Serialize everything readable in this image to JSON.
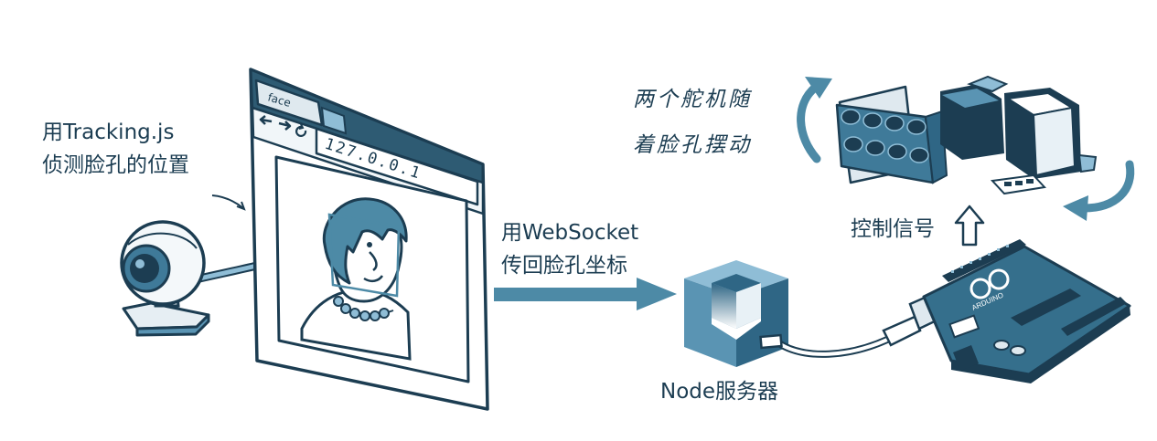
{
  "labels": {
    "tracking_line1": "用Tracking.js",
    "tracking_line2": "侦测脸孔的位置",
    "websocket_line1": "用WebSocket",
    "websocket_line2": "传回脸孔坐标",
    "node_label": "Node服务器",
    "control_signal": "控制信号",
    "servo_line1": "两个舵机随",
    "servo_line2": "着脸孔摆动"
  },
  "browser": {
    "tab_title": "face",
    "address": "127.0.0.1"
  },
  "board": {
    "logo_text": "ARDUINO"
  },
  "colors": {
    "ink": "#1c3d52",
    "accent": "#4d8aa6",
    "cube_light": "#8fbdd6",
    "cube_mid": "#5a94b3",
    "cube_dark": "#2f6685",
    "browser_chrome": "#2e5b73",
    "board": "#356f8c",
    "servo_base": "#3f7a99"
  }
}
